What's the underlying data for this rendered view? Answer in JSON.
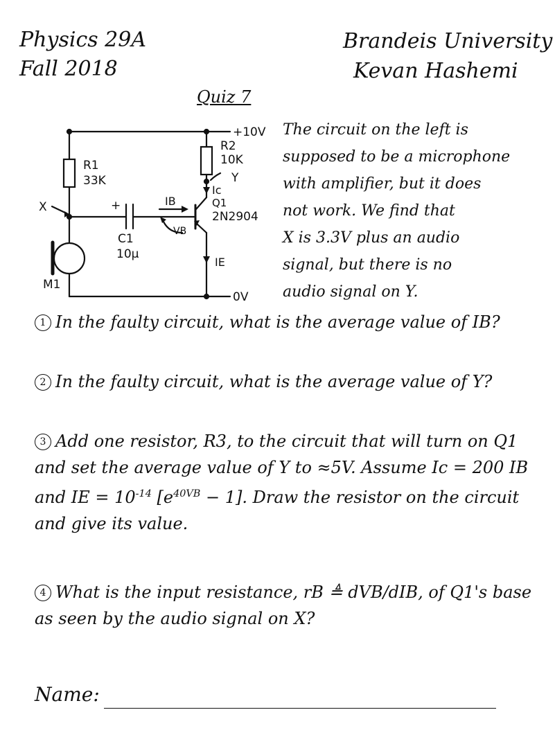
{
  "header": {
    "course": "Physics 29A",
    "term": "Fall 2018",
    "university": "Brandeis University",
    "instructor": "Kevan Hashemi",
    "quiz_title": "Quiz 7"
  },
  "circuit": {
    "supply": "+10V",
    "ground": "0V",
    "r1_name": "R1",
    "r1_value": "33K",
    "r2_name": "R2",
    "r2_value": "10K",
    "c1_name": "C1",
    "c1_value": "10µ",
    "cap_plus": "+",
    "mic_name": "M1",
    "node_x": "X",
    "node_y": "Y",
    "ib": "IB",
    "ic": "Ic",
    "ie": "IE",
    "vb": "VB",
    "q1_name": "Q1",
    "q1_part": "2N2904"
  },
  "description": [
    "The circuit on the left is",
    "supposed to be a microphone",
    "with amplifier, but it does",
    "not work. We find that",
    "X is 3.3V plus an audio",
    "signal, but there is no",
    "audio signal on Y."
  ],
  "questions": [
    {
      "number": "1",
      "text": "In the faulty circuit, what is the average value of IB?"
    },
    {
      "number": "2",
      "text": "In the faulty circuit, what is the average value of Y?"
    },
    {
      "number": "3",
      "text_a": "Add one resistor, R3, to the circuit that will turn on Q1 and set the average value of Y to ≈5V. Assume  Ic = 200 IB  and  IE = 10",
      "exp1": "-14",
      "text_b": " [e",
      "exp2": "40VB",
      "text_c": " − 1]. Draw the resistor on the circuit and give its value."
    },
    {
      "number": "4",
      "text": "What is the input resistance, rB ≜ dVB/dIB, of Q1's base as seen by the audio signal on X?"
    }
  ],
  "footer": {
    "name_label": "Name:"
  }
}
